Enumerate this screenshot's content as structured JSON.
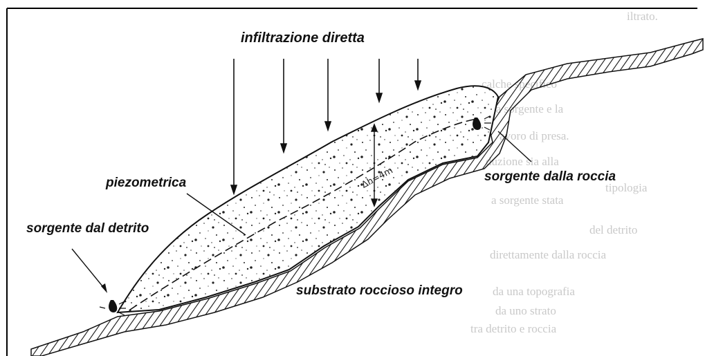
{
  "labels": {
    "infiltration": "infiltrazione diretta",
    "piezometric": "piezometrica",
    "spring_debris": "sorgente dal detrito",
    "spring_rock": "sorgente dalla roccia",
    "bedrock": "substrato roccioso integro",
    "head_annotation": "Δh=4m"
  },
  "background_text": [
    "iltrato.",
    "calche specifico",
    "la sorgente e la",
    "avoro di presa.",
    "duzione sia alla",
    "tipologia",
    "a sorgente stata",
    "del detrito",
    "direttamente dalla roccia",
    "da una topografia",
    "da uno strato",
    "tra detrito e roccia"
  ],
  "colors": {
    "ink": "#111111",
    "frame": "#000000",
    "bleed_through": "#c9c9c9"
  }
}
